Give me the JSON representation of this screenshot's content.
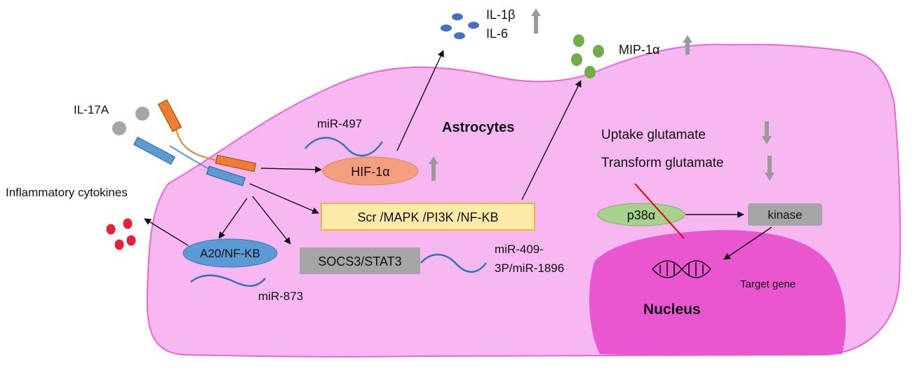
{
  "labels": {
    "il17a": "IL-17A",
    "inflammatory_cytokines": "Inflammatory cytokines",
    "il1b": "IL-1β",
    "il6": "IL-6",
    "mip1a": "MIP-1α",
    "astrocytes": "Astrocytes",
    "mir497": "miR-497",
    "hif1a": "HIF-1α",
    "scr_pathway": "Scr /MAPK /PI3K /NF-KB",
    "a20_nfkb": "A20/NF-KB",
    "socs3_stat3": "SOCS3/STAT3",
    "mir409_line1": "miR-409-",
    "mir409_line2": "3P/miR-1896",
    "mir873": "miR-873",
    "uptake_glutamate": "Uptake glutamate",
    "transform_glutamate": "Transform glutamate",
    "p38a": "p38α",
    "kinase": "kinase",
    "target_gene": "Target gene",
    "nucleus": "Nucleus"
  },
  "colors": {
    "cell_fill": "#f7b8f2",
    "cell_stroke": "#e966d8",
    "nucleus_fill": "#ea56cf",
    "hif_fill": "#f4a07e",
    "pathway_fill": "#fde9a8",
    "pathway_stroke": "#f0b340",
    "a20_fill": "#5b9bd5",
    "gray_box": "#a6a6a6",
    "p38_fill": "#a9d18e",
    "mirna": "#2e75b6",
    "cytokine_red": "#e8203a",
    "il1_blue": "#4472c4",
    "mip_green": "#70ad47",
    "il17_gray": "#a6a6a6",
    "receptor_orange": "#ed7d31",
    "receptor_blue": "#5b9bd5",
    "cross_red": "#e00000",
    "updown_arrow": "#9a9a9a"
  }
}
